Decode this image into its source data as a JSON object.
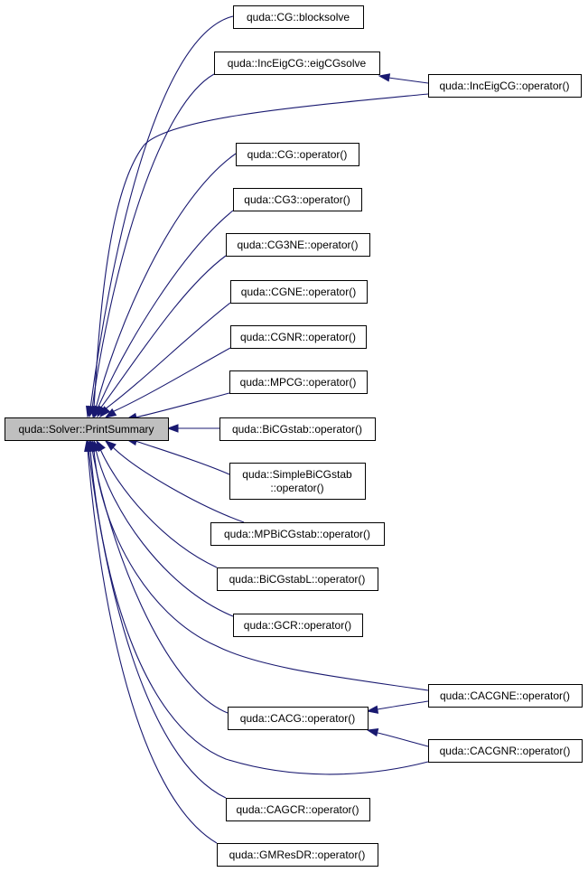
{
  "graph": {
    "root": "quda::Solver::PrintSummary",
    "nodes": {
      "root": "quda::Solver::PrintSummary",
      "cg_blocksolve": "quda::CG::blocksolve",
      "inceig_eigcgsolve": "quda::IncEigCG::eigCGsolve",
      "inceig_operator": "quda::IncEigCG::operator()",
      "cg_operator": "quda::CG::operator()",
      "cg3_operator": "quda::CG3::operator()",
      "cg3ne_operator": "quda::CG3NE::operator()",
      "cgne_operator": "quda::CGNE::operator()",
      "cgnr_operator": "quda::CGNR::operator()",
      "mpcg_operator": "quda::MPCG::operator()",
      "bicgstab_operator": "quda::BiCGstab::operator()",
      "simplebicgstab_operator": [
        "quda::SimpleBiCGstab",
        "::operator()"
      ],
      "mpbicgstab_operator": "quda::MPBiCGstab::operator()",
      "bicgstabl_operator": "quda::BiCGstabL::operator()",
      "gcr_operator": "quda::GCR::operator()",
      "cacgne_operator": "quda::CACGNE::operator()",
      "cacg_operator": "quda::CACG::operator()",
      "cacgnr_operator": "quda::CACGNR::operator()",
      "cagcr_operator": "quda::CAGCR::operator()",
      "gmresdr_operator": "quda::GMResDR::operator()"
    },
    "edges": [
      [
        "cg_blocksolve",
        "root"
      ],
      [
        "inceig_eigcgsolve",
        "root"
      ],
      [
        "inceig_operator",
        "root"
      ],
      [
        "inceig_operator",
        "inceig_eigcgsolve"
      ],
      [
        "cg_operator",
        "root"
      ],
      [
        "cg3_operator",
        "root"
      ],
      [
        "cg3ne_operator",
        "root"
      ],
      [
        "cgne_operator",
        "root"
      ],
      [
        "cgnr_operator",
        "root"
      ],
      [
        "mpcg_operator",
        "root"
      ],
      [
        "bicgstab_operator",
        "root"
      ],
      [
        "simplebicgstab_operator",
        "root"
      ],
      [
        "mpbicgstab_operator",
        "root"
      ],
      [
        "bicgstabl_operator",
        "root"
      ],
      [
        "gcr_operator",
        "root"
      ],
      [
        "cacgne_operator",
        "root"
      ],
      [
        "cacgne_operator",
        "cacg_operator"
      ],
      [
        "cacg_operator",
        "root"
      ],
      [
        "cacgnr_operator",
        "root"
      ],
      [
        "cacgnr_operator",
        "cacg_operator"
      ],
      [
        "cagcr_operator",
        "root"
      ],
      [
        "gmresdr_operator",
        "root"
      ]
    ],
    "colors": {
      "edge": "#191970",
      "root_fill": "#bfbfbf",
      "node_fill": "#ffffff",
      "node_border": "#000000"
    }
  }
}
